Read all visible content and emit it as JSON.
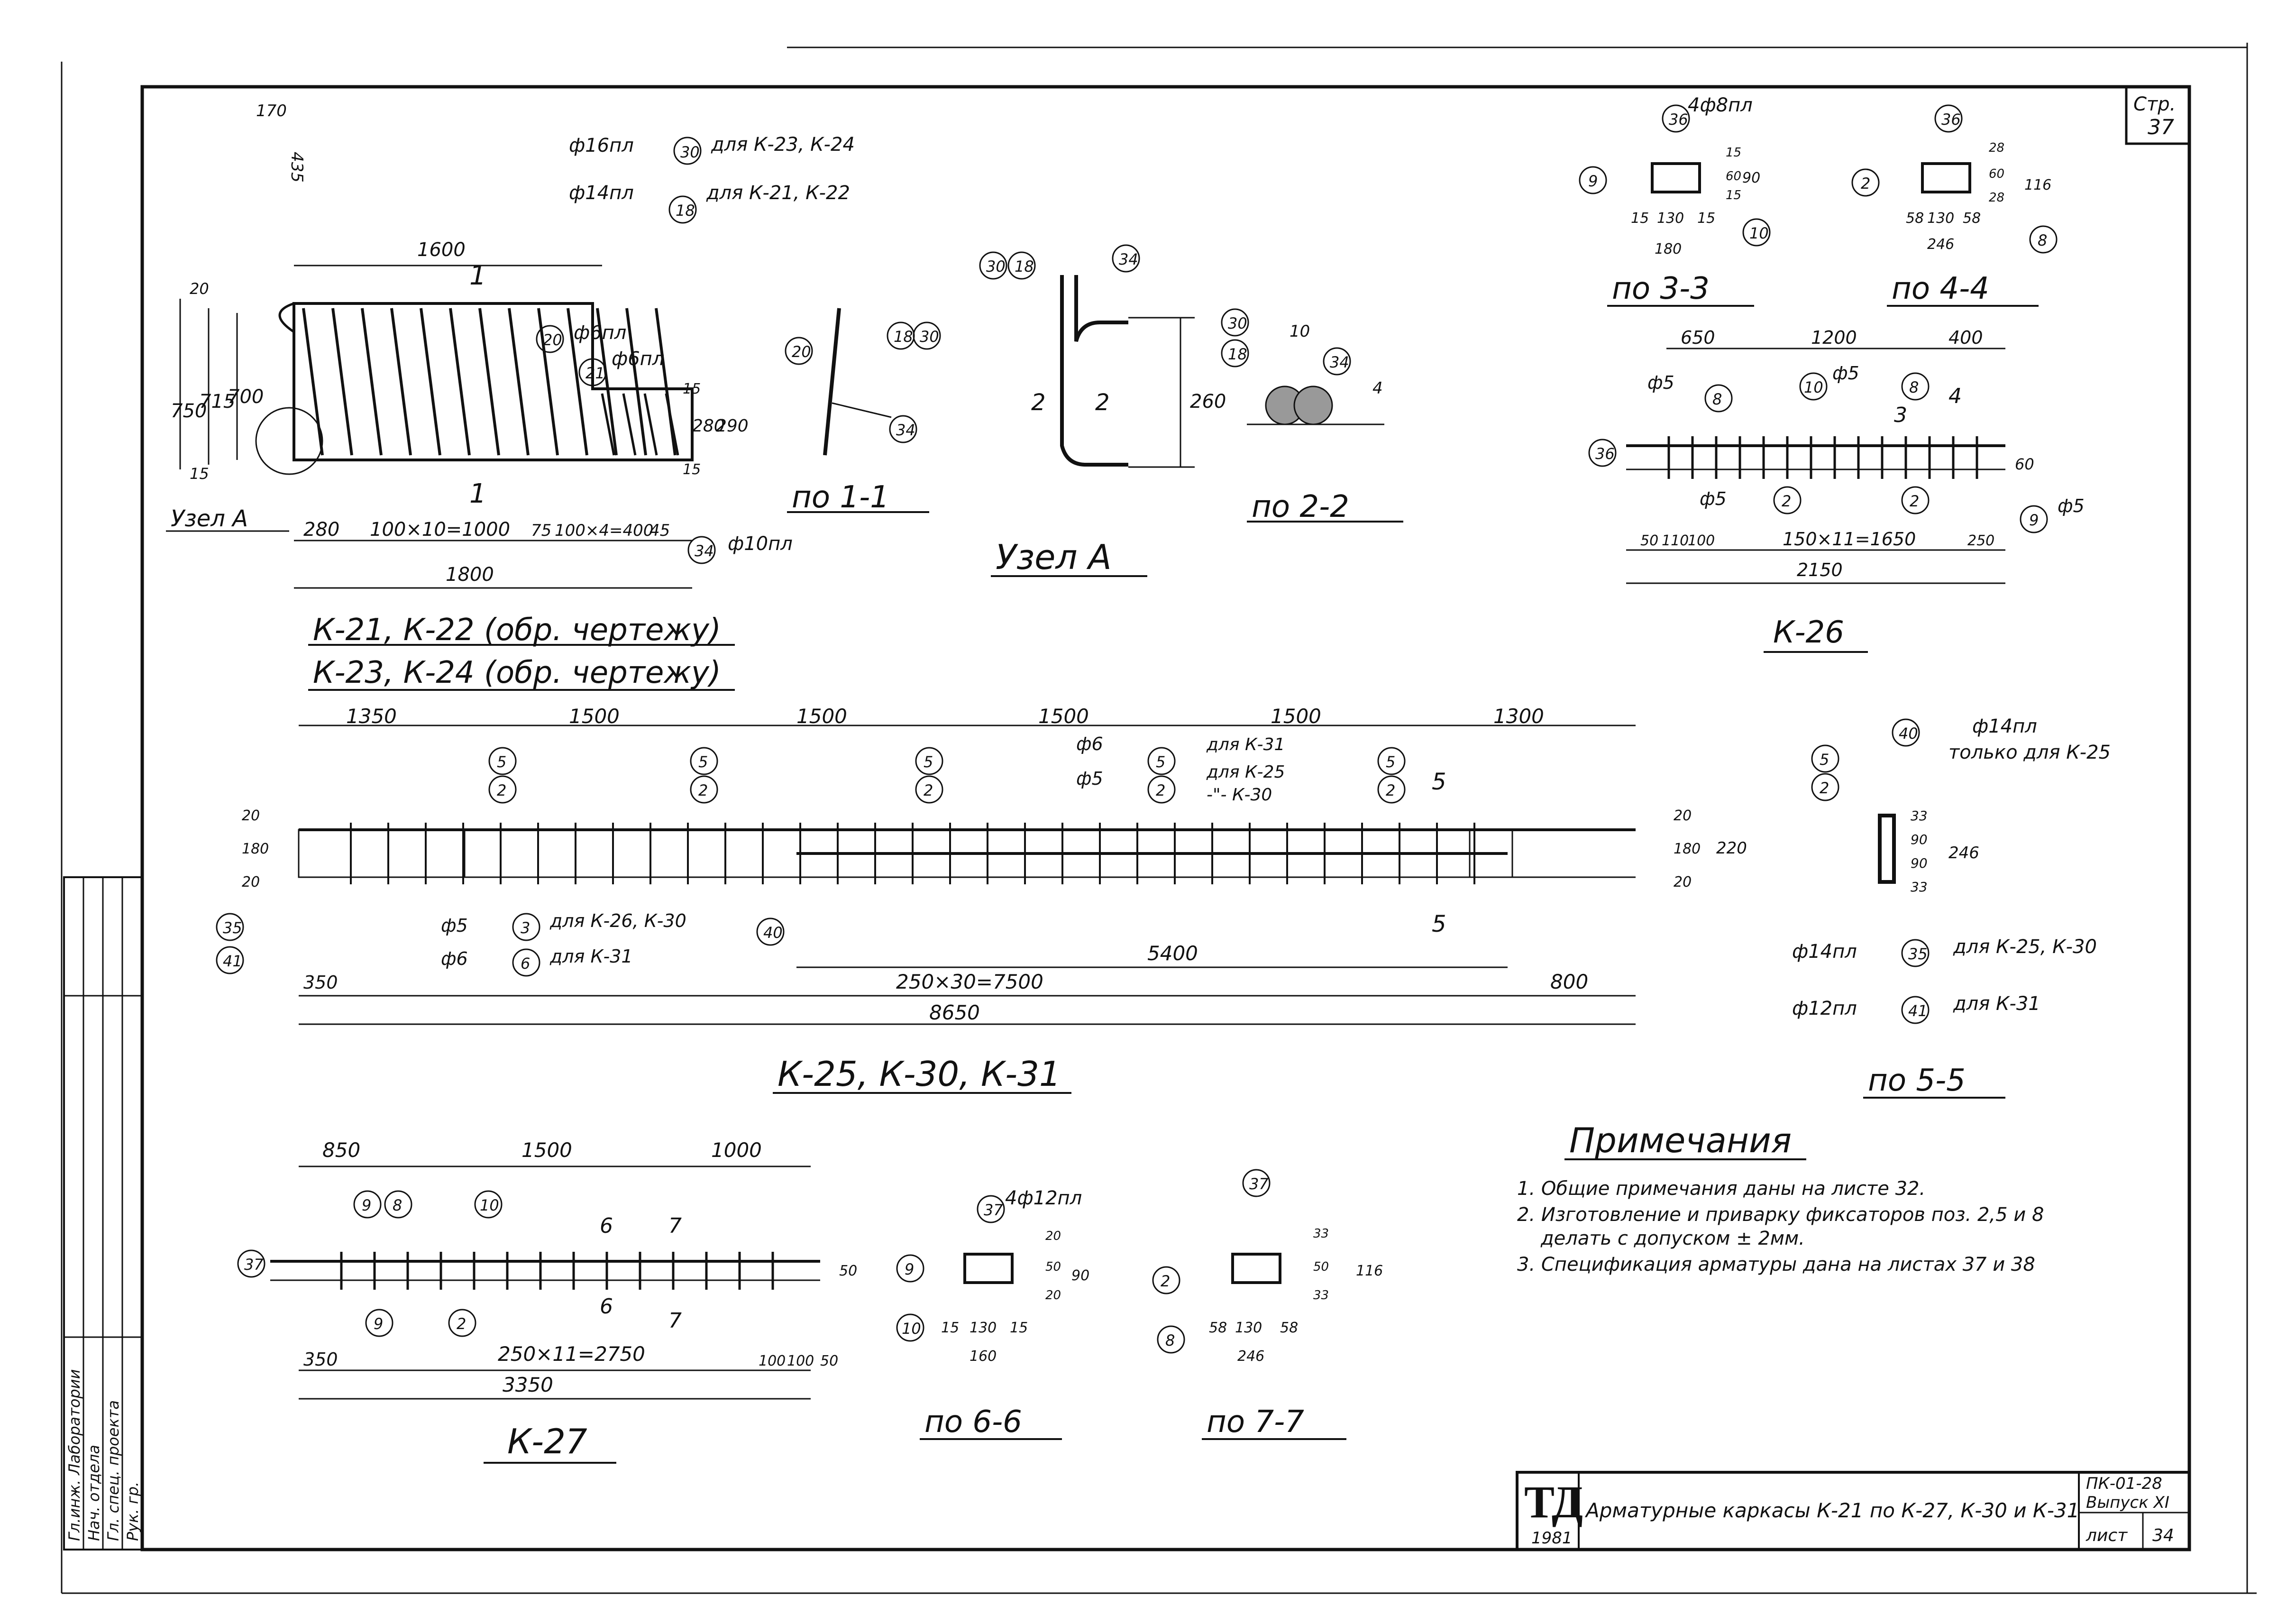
{
  "sheet_no_label": "Стр.",
  "sheet_no_value": "37",
  "views": {
    "k21_title1": "К-21, К-22 (обр. чертежу)",
    "k21_title2": "К-23, К-24 (обр. чертежу)",
    "section_1_1": "по 1-1",
    "node_a": "Узел А",
    "section_2_2": "по 2-2",
    "section_3_3": "по 3-3",
    "section_4_4": "по 4-4",
    "k26_title": "К-26",
    "k25_title": "К-25, К-30, К-31",
    "section_5_5": "по 5-5",
    "k27_title": "К-27",
    "section_6_6": "по 6-6",
    "section_7_7": "по 7-7"
  },
  "k21": {
    "d_1600": "1600",
    "d_170": "170",
    "d_435": "435",
    "d_20": "20",
    "d_750": "750",
    "d_715": "715",
    "d_700": "700",
    "d_15a": "15",
    "d_15b": "15",
    "d_280": "280",
    "d_290": "290",
    "d_15c": "15",
    "phi16": "ф16пл",
    "phi14": "ф14пл",
    "dla_k23": "для К-23, К-24",
    "dla_k21": "для К-21, К-22",
    "pos30": "30",
    "pos18": "18",
    "phi6a": "ф6пл",
    "pos20": "20",
    "phi6b": "ф6пл",
    "pos21": "21",
    "pos34": "34",
    "phi10": "ф10пл",
    "d_280b": "280",
    "d_100x10": "100×10=1000",
    "d_75": "75",
    "d_100x4": "100×4=400",
    "d_45": "45",
    "d_1800": "1800",
    "uzel_a": "Узел А",
    "sec_mark1": "1"
  },
  "sec11": {
    "pos20": "20",
    "pos18": "18",
    "pos30": "30",
    "pos34": "34"
  },
  "nodeA": {
    "pos30": "30",
    "pos18": "18",
    "pos34": "34",
    "dim260": "260",
    "mark2": "2"
  },
  "sec22": {
    "pos30": "30",
    "pos18": "18",
    "pos34": "34",
    "d10": "10",
    "d4": "4"
  },
  "sec33": {
    "label": "4ф8пл",
    "pos36": "36",
    "pos9": "9",
    "pos10": "10",
    "d180": "180",
    "d15a": "15",
    "d130": "130",
    "d15b": "15",
    "d90": "90",
    "d15c": "15",
    "d60": "60",
    "d15d": "15"
  },
  "sec44": {
    "pos36": "36",
    "pos2": "2",
    "pos8": "8",
    "d246": "246",
    "d58a": "58",
    "d130": "130",
    "d58b": "58",
    "d116": "116",
    "d28": "28",
    "d60": "60",
    "d28b": "28"
  },
  "k26": {
    "d650": "650",
    "d1200": "1200",
    "d400": "400",
    "phi5a": "ф5",
    "phi5b": "ф5",
    "phi5c": "ф5",
    "phi5d": "ф5",
    "pos8": "8",
    "pos10": "10",
    "pos8b": "8",
    "pos36": "36",
    "pos2": "2",
    "pos2b": "2",
    "pos9": "9",
    "d50": "50",
    "d110": "110",
    "d100": "100",
    "d150x11": "150×11=1650",
    "d250": "250",
    "d2150": "2150",
    "d60": "60",
    "m3": "3",
    "m4": "4"
  },
  "k25": {
    "d1350": "1350",
    "d1500a": "1500",
    "d1500b": "1500",
    "d1500c": "1500",
    "d1500d": "1500",
    "d1300": "1300",
    "pos5": "5",
    "pos2": "2",
    "phi6": "ф6",
    "phi5": "ф5",
    "dla_k31": "для К-31",
    "dla_k25": "для К-25",
    "dla_k30": "-\"- К-30",
    "phi5b": "ф5",
    "pos3": "3",
    "dla_k26_30": "для К-26, К-30",
    "phi6b": "ф6",
    "pos6": "6",
    "dla_k31b": "для К-31",
    "pos35": "35",
    "pos41": "41",
    "pos40": "40",
    "d5400": "5400",
    "d350": "350",
    "d250x30": "250×30=7500",
    "d800": "800",
    "d8650": "8650",
    "d20a": "20",
    "d180": "180",
    "d20b": "20",
    "d220": "220",
    "d20c": "20",
    "d180b": "180",
    "d20d": "20",
    "m5": "5"
  },
  "sec55": {
    "pos5": "5",
    "pos2": "2",
    "pos40": "40",
    "phi14": "ф14пл",
    "only_k25": "только для К-25",
    "d33a": "33",
    "d90a": "90",
    "d90b": "90",
    "d33b": "33",
    "d246": "246",
    "phi14b": "ф14пл",
    "pos35": "35",
    "dla_k25_30": "для К-25, К-30",
    "phi12": "ф12пл",
    "pos41": "41",
    "dla_k31": "для К-31"
  },
  "notes": {
    "title": "Примечания",
    "n1": "1. Общие примечания даны на листе 32.",
    "n2a": "2. Изготовление и приварку фиксаторов поз. 2,5 и 8",
    "n2b": "делать с допуском ± 2мм.",
    "n3": "3. Спецификация арматуры дана на листах 37 и 38"
  },
  "k27": {
    "d850": "850",
    "d1500": "1500",
    "d1000": "1000",
    "pos9": "9",
    "pos8": "8",
    "pos10": "10",
    "pos37": "37",
    "pos2": "2",
    "m6": "6",
    "m7": "7",
    "d350": "350",
    "d250x11": "250×11=2750",
    "d3350": "3350",
    "d100a": "100",
    "d100b": "100",
    "d50": "50",
    "d50b": "50"
  },
  "sec66": {
    "label": "4ф12пл",
    "pos37": "37",
    "pos9": "9",
    "pos10": "10",
    "d15a": "15",
    "d130": "130",
    "d15b": "15",
    "d160": "160",
    "d20a": "20",
    "d50": "50",
    "d20b": "20",
    "d90": "90"
  },
  "sec77": {
    "pos37": "37",
    "pos2": "2",
    "pos8": "8",
    "d58a": "58",
    "d130": "130",
    "d58b": "58",
    "d246": "246",
    "d33a": "33",
    "d50": "50",
    "d33b": "33",
    "d116": "116"
  },
  "title_block": {
    "logo": "ТД",
    "year": "1981",
    "title": "Арматурные каркасы К-21 по К-27, К-30 и К-31",
    "code": "ПК-01-28",
    "issue": "Выпуск XI",
    "sheet_label": "лист",
    "sheet_value": "34"
  },
  "side_stamp": {
    "r1": "Гл.инж. Лаборатории",
    "r2": "Нач. отдела",
    "r3": "Гл. спец. проекта",
    "r4": "Рук. гр."
  }
}
